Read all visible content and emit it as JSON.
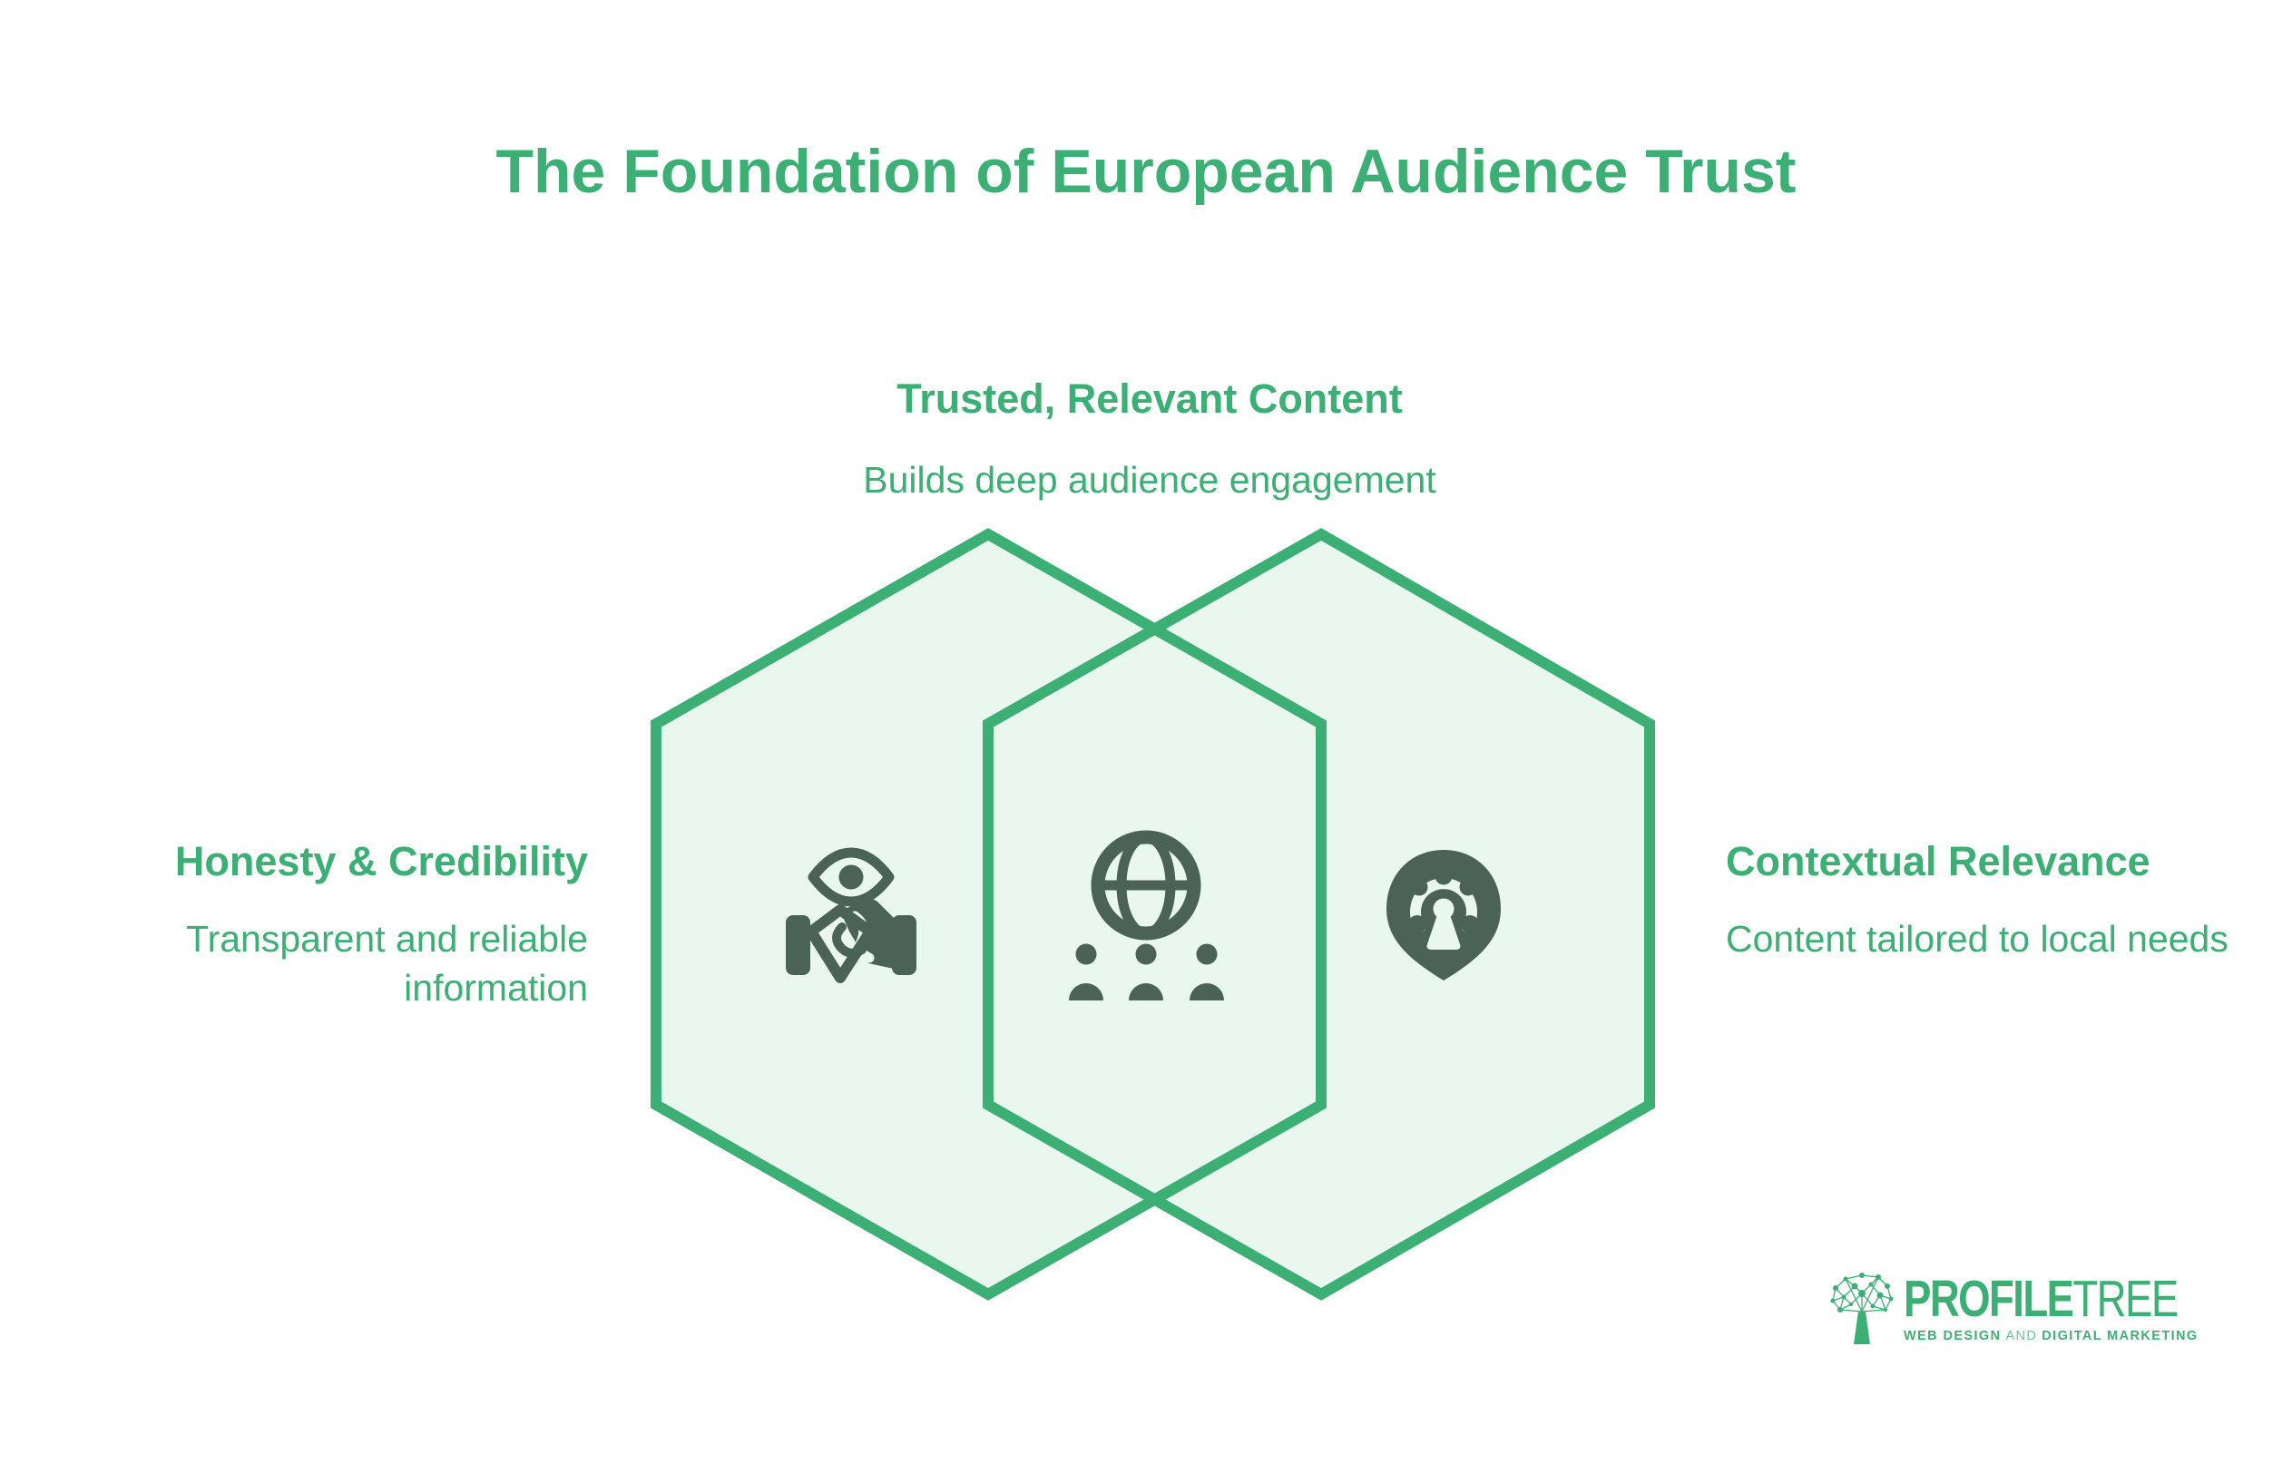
{
  "colors": {
    "accent_green": "#3CAF74",
    "hexagon_fill_mint": "#E9F7EF",
    "icon_dark_green": "#4A6356",
    "background": "#FFFFFF"
  },
  "title": "The Foundation of European Audience Trust",
  "venn": {
    "top_label": {
      "heading": "Trusted, Relevant Content",
      "subtext": "Builds deep audience engagement"
    },
    "left_label": {
      "heading": "Honesty & Credibility",
      "subtext": "Transparent and reliable information",
      "icon": "eye-handshake-icon"
    },
    "center_region": {
      "icon": "globe-people-icon"
    },
    "right_label": {
      "heading": "Contextual Relevance",
      "subtext": "Content tailored to local needs",
      "icon": "location-pin-network-icon"
    }
  },
  "logo": {
    "brand_bold": "PROFILE",
    "brand_light": "TREE",
    "tagline_web_design": "WEB DESIGN",
    "tagline_and": "AND",
    "tagline_digital_marketing": "DIGITAL MARKETING"
  }
}
